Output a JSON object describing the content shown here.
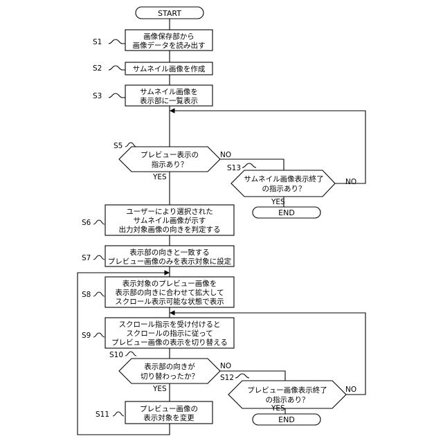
{
  "terminals": {
    "start": "START",
    "end_1": "END",
    "end_2": "END"
  },
  "steps": {
    "s1": {
      "id": "S1",
      "lines": [
        "画像保存部から",
        "画像データを読み出す"
      ]
    },
    "s2": {
      "id": "S2",
      "lines": [
        "サムネイル画像を作成"
      ]
    },
    "s3": {
      "id": "S3",
      "lines": [
        "サムネイル画像を",
        "表示部に一覧表示"
      ]
    },
    "s6": {
      "id": "S6",
      "lines": [
        "ユーザーにより選択された",
        "サムネイル画像が示す",
        "出力対象画像の向きを判定する"
      ]
    },
    "s7": {
      "id": "S7",
      "lines": [
        "表示部の向きと一致する",
        "プレビュー画像のみを表示対象に設定"
      ]
    },
    "s8": {
      "id": "S8",
      "lines": [
        "表示対象のプレビュー画像を",
        "表示部の向きに合わせて拡大して",
        "スクロール表示可能な状態で表示"
      ]
    },
    "s9": {
      "id": "S9",
      "lines": [
        "スクロール指示を受け付けると",
        "スクロールの指示に従って",
        "プレビュー画像の表示を切り替える"
      ]
    },
    "s11": {
      "id": "S11",
      "lines": [
        "プレビュー画像の",
        "表示対象を変更"
      ]
    }
  },
  "decisions": {
    "s5": {
      "id": "S5",
      "lines": [
        "プレビュー表示の",
        "指示あり？"
      ]
    },
    "s13": {
      "id": "S13",
      "lines": [
        "サムネイル画像表示終了",
        "の指示あり？"
      ]
    },
    "s10": {
      "id": "S10",
      "lines": [
        "表示部の向きが",
        "切り替わったか？"
      ]
    },
    "s12": {
      "id": "S12",
      "lines": [
        "プレビュー画像表示終了",
        "の指示あり？"
      ]
    }
  },
  "branch_labels": {
    "yes": "YES",
    "no": "NO"
  }
}
